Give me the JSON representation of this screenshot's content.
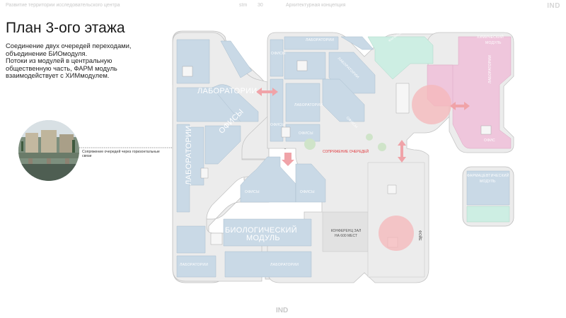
{
  "header": {
    "left": "Развитие территории исследовательского центра",
    "mid1": "stm",
    "mid2": "30",
    "mid3": "Архитектурная концепция",
    "brand": "IND"
  },
  "title": "План 3-ого этажа",
  "description": [
    "Соединение двух очередей переходами,",
    "объединение БИОмодуля.",
    "Потоки из модулей в центральную",
    "общественную часть, ФАРМ модуль",
    "взаимодействует с ХИМмодулем."
  ],
  "caption": "Сопряжение очередей через горизонтальные связи",
  "labels": {
    "offices_top": "ОФИСЫ",
    "lab_top": "ЛАБОРАТОРИИ",
    "lab_mid": "ЛАБОРАТОРИИ",
    "offices_mid": "ОФИСЫ",
    "lab_left": "ЛАБОРАТОРИИ",
    "offices_center": "ОФИСЫ",
    "offices_center2": "ОФИСЫ",
    "offices_diag": "ОФИСЫ",
    "lab_right_top": "ЛАБОРАТОРИИ",
    "labs_diag": "ЛАБОРАТОРИИ",
    "offices_lower_left": "ОФИСЫ",
    "offices_lower_right": "ОФИСЫ",
    "bio_line1": "БИОЛОГИЧЕСКИЙ",
    "bio_line2": "МОДУЛЬ",
    "lab_bottom_left": "ЛАБОРАТОРИИ",
    "lab_bottom_mid": "ЛАБОРАТОРИИ",
    "conf_line1": "КОНФЕРЕНЦ ЗАЛ",
    "conf_line2": "НА 600 МЕСТ",
    "junction": "СОПРЯЖЕНИЕ ОЧЕРЕДЕЙ",
    "chem_line1": "ХИМИЧЕСКИЙ",
    "chem_line2": "МОДУЛЬ",
    "chem_lab": "ЛАБОРАТОРИИ",
    "chem_offices": "ОФИС",
    "pharm_line1": "ФАРМАЦЕВТИЧЕСКИЙ",
    "pharm_line2": "МОДУЛЬ",
    "pharm_diag": "ФАРМАЦЕВТИЧЕСКИЙ МОДУЛЬ",
    "foyer": "ФОЙЕ"
  },
  "footer": "IND",
  "colors": {
    "blue_zone": "#c9d9e6",
    "pink_zone": "#efc6dc",
    "teal_zone": "#cdeee3",
    "floor": "#ececec",
    "arrow": "#f0a3a8",
    "circle": "#f6b7b9"
  }
}
